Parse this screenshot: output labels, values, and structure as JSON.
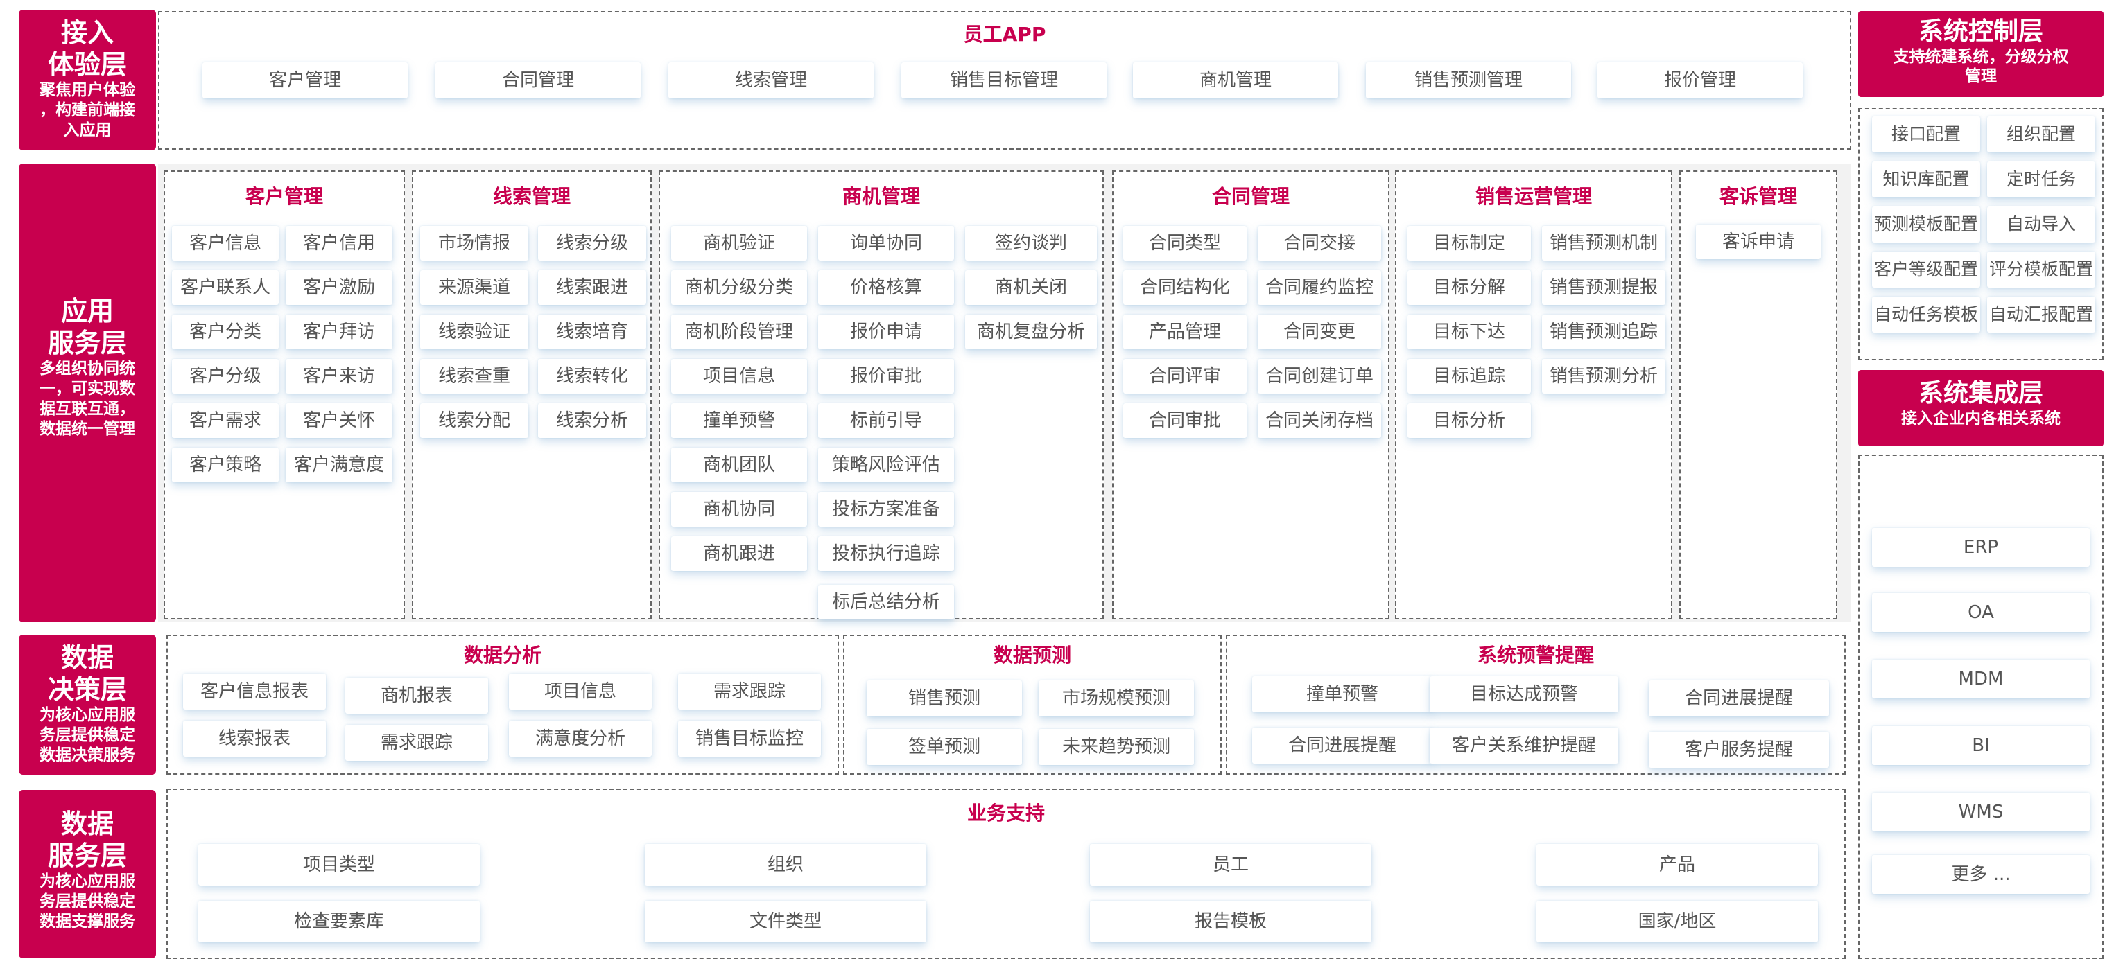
{
  "colors": {
    "accent": "#c8004e",
    "border": "#666666",
    "chip_shadow": "#a9cde6"
  },
  "layers": [
    {
      "title": "接入\n体验层",
      "sub": "聚焦用户体验\n，构建前端接\n入应用"
    },
    {
      "title": "应用\n服务层",
      "sub": "多组织协同统\n一，可实现数\n据互联互通，\n数据统一管理"
    },
    {
      "title": "数据\n决策层",
      "sub": "为核心应用服\n务层提供稳定\n数据决策服务"
    },
    {
      "title": "数据\n服务层",
      "sub": "为核心应用服\n务层提供稳定\n数据支撑服务"
    }
  ],
  "access": {
    "title": "员工APP",
    "items": [
      "客户管理",
      "合同管理",
      "线索管理",
      "销售目标管理",
      "商机管理",
      "销售预测管理",
      "报价管理"
    ]
  },
  "app_modules": [
    {
      "title": "客户管理",
      "items": [
        "客户信息",
        "客户信用",
        "客户联系人",
        "客户激励",
        "客户分类",
        "客户拜访",
        "客户分级",
        "客户来访",
        "客户需求",
        "客户关怀",
        "客户策略",
        "客户满意度"
      ]
    },
    {
      "title": "线索管理",
      "items": [
        "市场情报",
        "线索分级",
        "来源渠道",
        "线索跟进",
        "线索验证",
        "线索培育",
        "线索查重",
        "线索转化",
        "线索分配",
        "线索分析"
      ]
    },
    {
      "title": "商机管理",
      "col1": [
        "商机验证",
        "商机分级分类",
        "商机阶段管理",
        "项目信息",
        "撞单预警",
        "商机团队",
        "商机协同",
        "商机跟进"
      ],
      "col2": [
        "询单协同",
        "价格核算",
        "报价申请",
        "报价审批",
        "标前引导",
        "策略风险评估",
        "投标方案准备",
        "投标执行追踪",
        "标后总结分析"
      ],
      "col3": [
        "签约谈判",
        "商机关闭",
        "商机复盘分析"
      ]
    },
    {
      "title": "合同管理",
      "items": [
        "合同类型",
        "合同交接",
        "合同结构化",
        "合同履约监控",
        "产品管理",
        "合同变更",
        "合同评审",
        "合同创建订单",
        "合同审批",
        "合同关闭存档"
      ]
    },
    {
      "title": "销售运营管理",
      "items": [
        "目标制定",
        "销售预测机制",
        "目标分解",
        "销售预测提报",
        "目标下达",
        "销售预测追踪",
        "目标追踪",
        "销售预测分析",
        "目标分析"
      ]
    },
    {
      "title": "客诉管理",
      "items": [
        "客诉申请"
      ]
    }
  ],
  "decision": [
    {
      "title": "数据分析",
      "items": [
        "客户信息报表",
        "商机报表",
        "项目信息",
        "需求跟踪",
        "线索报表",
        "需求跟踪",
        "满意度分析",
        "销售目标监控"
      ]
    },
    {
      "title": "数据预测",
      "items": [
        "销售预测",
        "市场规模预测",
        "签单预测",
        "未来趋势预测"
      ]
    },
    {
      "title": "系统预警提醒",
      "items": [
        "撞单预警",
        "目标达成预警",
        "合同进展提醒",
        "合同进展提醒",
        "客户关系维护提醒",
        "客户服务提醒"
      ]
    }
  ],
  "support": {
    "title": "业务支持",
    "items": [
      "项目类型",
      "组织",
      "员工",
      "产品",
      "检查要素库",
      "文件类型",
      "报告模板",
      "国家/地区"
    ]
  },
  "control": {
    "title": "系统控制层",
    "sub": "支持统建系统，分级分权\n管理",
    "items": [
      "接口配置",
      "组织配置",
      "知识库配置",
      "定时任务",
      "预测模板配置",
      "自动导入",
      "客户等级配置",
      "评分模板配置",
      "自动任务模板",
      "自动汇报配置"
    ]
  },
  "integration": {
    "title": "系统集成层",
    "sub": "接入企业内各相关系统",
    "items": [
      "ERP",
      "OA",
      "MDM",
      "BI",
      "WMS",
      "更多 ..."
    ]
  }
}
